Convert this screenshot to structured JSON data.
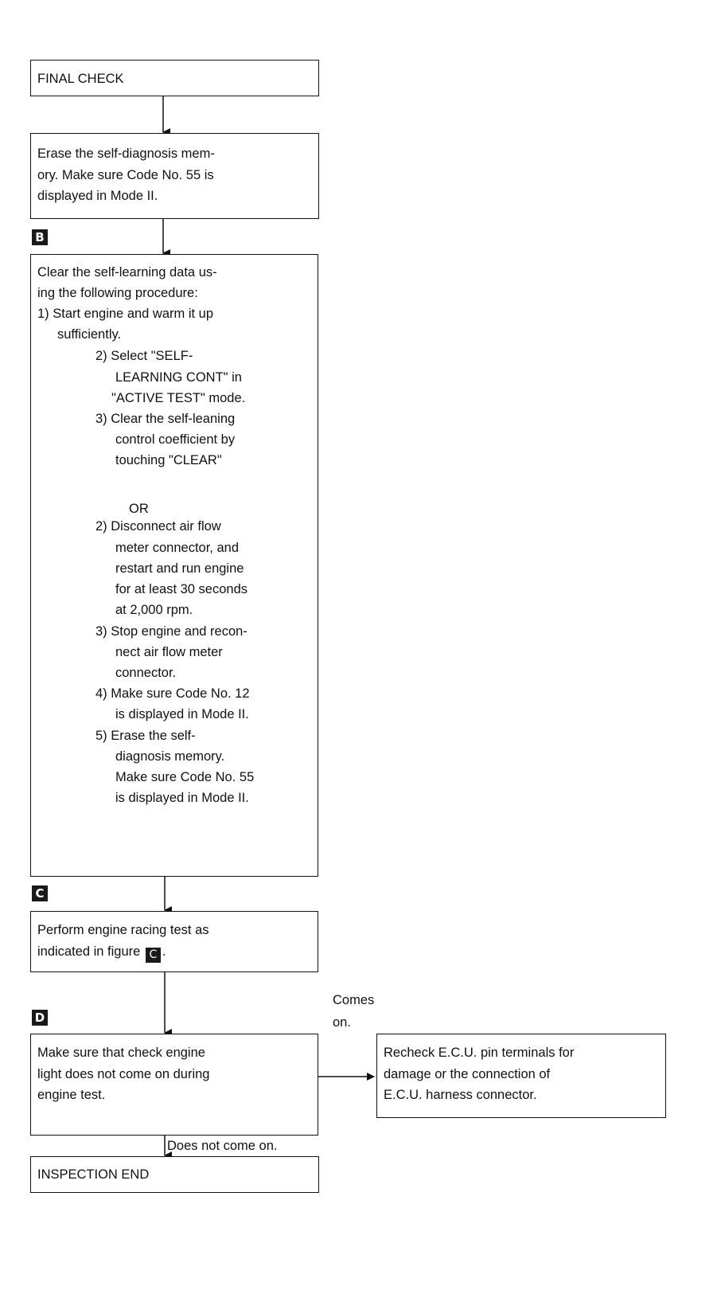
{
  "final_check": "FINAL CHECK",
  "erase_box": {
    "lines": [
      "Erase the self-diagnosis mem-",
      "ory. Make sure Code No. 55 is",
      "displayed in Mode II."
    ]
  },
  "marker_b": "B",
  "clear_box": {
    "intro": [
      "Clear the self-learning data us-",
      "ing the following procedure:"
    ],
    "step1": [
      "1) Start engine and warm it up",
      "sufficiently."
    ],
    "with_tool": {
      "step2": [
        "2) Select \"SELF-",
        "LEARNING CONT\" in",
        "\"ACTIVE TEST\" mode."
      ],
      "step3": [
        "3) Clear the self-leaning",
        "control coefficient by",
        "touching \"CLEAR\""
      ]
    },
    "or_label": "OR",
    "without_tool": {
      "step2": [
        "2) Disconnect air flow",
        "meter connector, and",
        "restart and run engine",
        "for at least 30 seconds",
        "at 2,000 rpm."
      ],
      "step3": [
        "3) Stop engine and recon-",
        "nect air flow meter",
        "connector."
      ],
      "step4": [
        "4) Make sure Code No. 12",
        "is displayed in Mode II."
      ],
      "step5": [
        "5) Erase the self-",
        "diagnosis memory.",
        "Make sure Code No. 55",
        "is displayed in Mode II."
      ]
    }
  },
  "marker_c": "C",
  "racing_box": {
    "line1": "Perform engine racing test as",
    "line2": "indicated in figure",
    "line2_marker": "C",
    "line2_end": "."
  },
  "marker_d": "D",
  "comes_on_label": [
    "Comes",
    "on."
  ],
  "check_box": {
    "lines": [
      "Make sure that check engine",
      "light does not come on during",
      "engine test."
    ]
  },
  "recheck_box": {
    "lines": [
      "Recheck E.C.U. pin terminals for",
      "damage or the connection of",
      "E.C.U. harness connector."
    ]
  },
  "does_not_label": "Does not come on.",
  "inspection_end": "INSPECTION END"
}
